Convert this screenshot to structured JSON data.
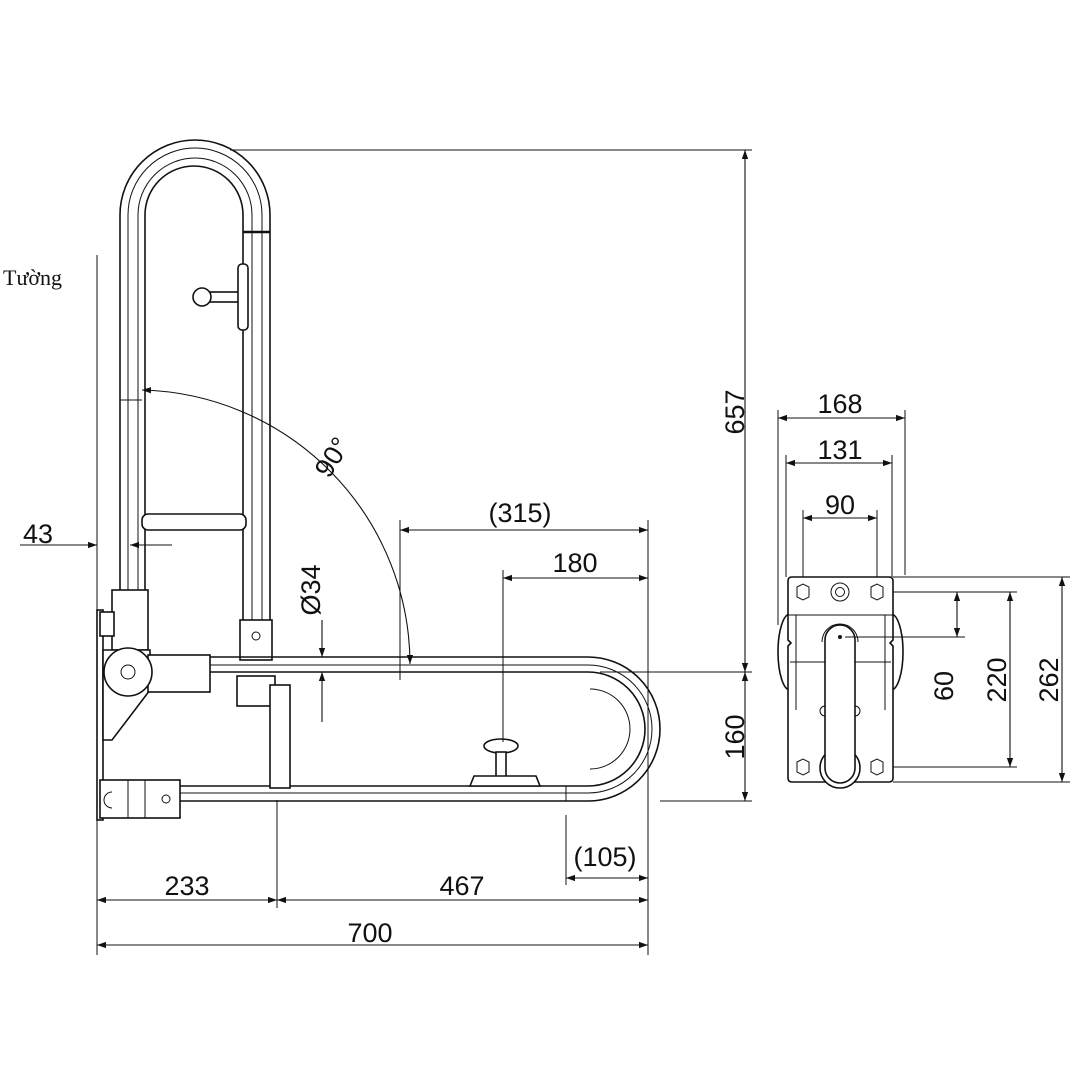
{
  "wall_label": "Tường",
  "side_view": {
    "dim_wall_offset": "43",
    "angle": "90°",
    "diameter": "Ø34",
    "dim_315": "(315)",
    "dim_180": "180",
    "dim_657": "657",
    "dim_160": "160",
    "dim_105": "(105)",
    "dim_233": "233",
    "dim_467": "467",
    "dim_700": "700"
  },
  "front_view": {
    "dim_168": "168",
    "dim_131": "131",
    "dim_90": "90",
    "dim_60": "60",
    "dim_220": "220",
    "dim_262": "262"
  }
}
